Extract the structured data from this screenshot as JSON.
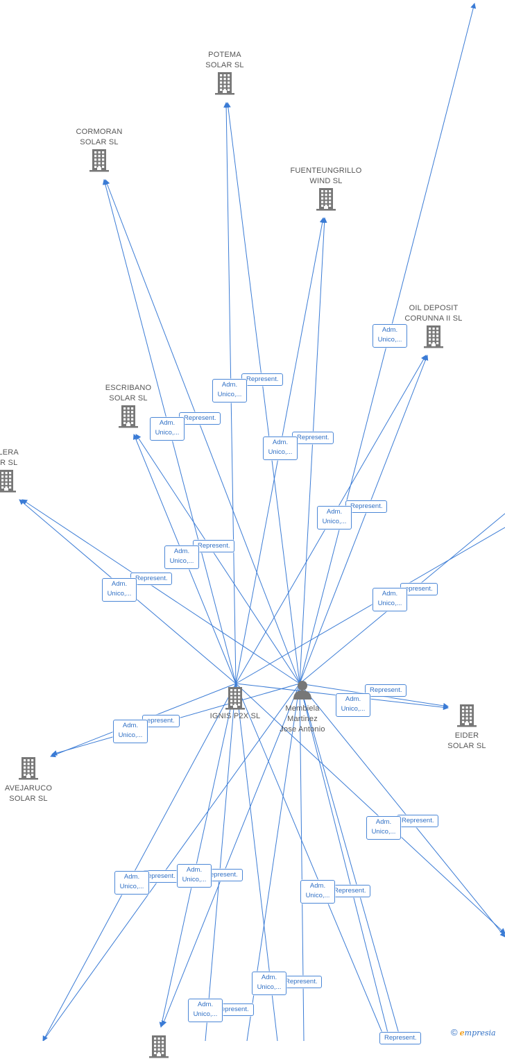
{
  "nodes": {
    "potema": "POTEMA\nSOLAR  SL",
    "cormoran": "CORMORAN\nSOLAR  SL",
    "fuenteungrillo": "FUENTEUNGRILLO\nWIND  SL",
    "oil_deposit": "OIL DEPOSIT\nCORUNNA II  SL",
    "escribano": "ESCRIBANO\nSOLAR  SL",
    "llera": "LLERA\nAR  SL",
    "ignis": "IGNIS P2X  SL",
    "person": "Membiela\nMartinez\nJose Antonio",
    "eider": "EIDER\nSOLAR  SL",
    "avejaruco": "AVEJARUCO\nSOLAR  SL"
  },
  "labels": {
    "adm": "Adm.\nUnico,...",
    "rep": "Represent.",
    "rep_cut": "epresent."
  },
  "copyright": {
    "symbol": "©",
    "brand_e": "e",
    "brand_rest": "mpresia"
  },
  "colors": {
    "edge": "#3a7bd5",
    "icon": "#777777",
    "label_text": "#2f6fc4"
  }
}
